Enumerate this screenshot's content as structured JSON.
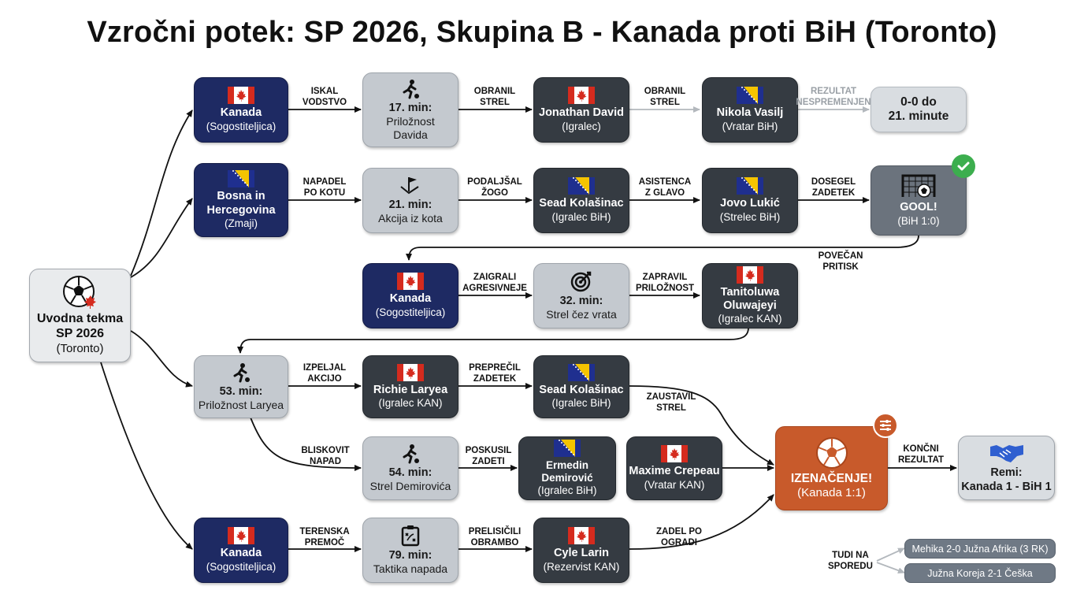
{
  "title": "Vzročni potek: SP 2026, Skupina B - Kanada proti BiH (Toronto)",
  "colors": {
    "navy": "#1e2a63",
    "dark": "#353b42",
    "light": "#c4c9cf",
    "orange": "#c85a2b",
    "check": "#3cae4e"
  },
  "start": {
    "title": "Uvodna tekma SP 2026",
    "sub": "(Toronto)",
    "icon": "soccer-ball-maple-icon"
  },
  "row1": {
    "n1": {
      "title": "Kanada",
      "sub": "(Sogostiteljica)",
      "icon": "canada-flag-icon"
    },
    "e1": "ISKAL\nVODSTVO",
    "n2": {
      "title": "17. min:",
      "sub": "Priložnost\nDavida",
      "icon": "running-player-icon"
    },
    "e2": "OBRANIL\nSTREL",
    "n3": {
      "title": "Jonathan David",
      "sub": "(Igralec)",
      "icon": "canada-flag-icon"
    },
    "e3": "OBRANIL\nSTREL",
    "n4": {
      "title": "Nikola Vasilj",
      "sub": "(Vratar BiH)",
      "icon": "bih-flag-icon"
    },
    "e4": "REZULTAT\nNESPREMENJEN",
    "n5": {
      "title": "0-0 do\n21. minute"
    }
  },
  "row2": {
    "n1": {
      "title": "Bosna in\nHercegovina",
      "sub": "(Zmaji)",
      "icon": "bih-flag-icon"
    },
    "e1": "NAPADEL\nPO KOTU",
    "n2": {
      "title": "21. min:",
      "sub": "Akcija iz kota",
      "icon": "corner-flag-icon"
    },
    "e2": "PODALJŠAL\nŽOGO",
    "n3": {
      "title": "Sead Kolašinac",
      "sub": "(Igralec BiH)",
      "icon": "bih-flag-icon"
    },
    "e3": "ASISTENCA\nZ GLAVO",
    "n4": {
      "title": "Jovo Lukić",
      "sub": "(Strelec BiH)",
      "icon": "bih-flag-icon"
    },
    "e4": "DOSEGEL\nZADETEK",
    "n5": {
      "title": "GOOL!",
      "sub": "(BiH 1:0)",
      "icon": "goal-net-icon"
    }
  },
  "row3": {
    "e0": "POVEČAN\nPRITISK",
    "n1": {
      "title": "Kanada",
      "sub": "(Sogostiteljica)",
      "icon": "canada-flag-icon"
    },
    "e1": "ZAIGRALI\nAGRESIVNEJE",
    "n2": {
      "title": "32. min:",
      "sub": "Strel čez vrata",
      "icon": "target-icon"
    },
    "e2": "ZAPRAVIL\nPRILOŽNOST",
    "n3": {
      "title": "Tanitoluwa\nOluwajeyi",
      "sub": "(Igralec KAN)",
      "icon": "canada-flag-icon"
    }
  },
  "row4": {
    "n1": {
      "title": "53. min:",
      "sub": "Priložnost Laryea",
      "icon": "running-player-icon"
    },
    "e1": "IZPELJAL\nAKCIJO",
    "n2": {
      "title": "Richie Laryea",
      "sub": "(Igralec KAN)",
      "icon": "canada-flag-icon"
    },
    "e2": "PREPREČIL\nZADETEK",
    "n3": {
      "title": "Sead Kolašinac",
      "sub": "(Igralec BiH)",
      "icon": "bih-flag-icon"
    },
    "e3": "ZAUSTAVIL\nSTREL"
  },
  "row5": {
    "e0": "BLISKOVIT\nNAPAD",
    "n1": {
      "title": "54. min:",
      "sub": "Strel Demirovića",
      "icon": "running-player-icon"
    },
    "e1": "POSKUSIL\nZADETI",
    "n2": {
      "title": "Ermedin Demirović",
      "sub": "(Igralec BiH)",
      "icon": "bih-flag-icon"
    },
    "n3": {
      "title": "Maxime Crepeau",
      "sub": "(Vratar KAN)",
      "icon": "canada-flag-icon"
    }
  },
  "equalizer": {
    "title": "IZENAČENJE!",
    "sub": "(Kanada 1:1)",
    "icon": "soccer-ball-icon",
    "badge": "settings-sliders-icon"
  },
  "final": {
    "edge": "KONČNI\nREZULTAT",
    "title": "Remi:\nKanada 1 - BiH 1",
    "icon": "handshake-icon"
  },
  "row6": {
    "n1": {
      "title": "Kanada",
      "sub": "(Sogostiteljica)",
      "icon": "canada-flag-icon"
    },
    "e1": "TERENSKA\nPREMOČ",
    "n2": {
      "title": "79. min:",
      "sub": "Taktika napada",
      "icon": "tactics-board-icon"
    },
    "e2": "PRELISIČILI\nOBRAMBO",
    "n3": {
      "title": "Cyle Larin",
      "sub": "(Rezervist KAN)",
      "icon": "canada-flag-icon"
    },
    "e3": "ZADEL PO\nOGRADI"
  },
  "also": {
    "label": "TUDI NA\nSPOREDU",
    "items": [
      "Mehika 2-0 Južna Afrika (3 RK)",
      "Južna Koreja 2-1 Češka"
    ]
  }
}
